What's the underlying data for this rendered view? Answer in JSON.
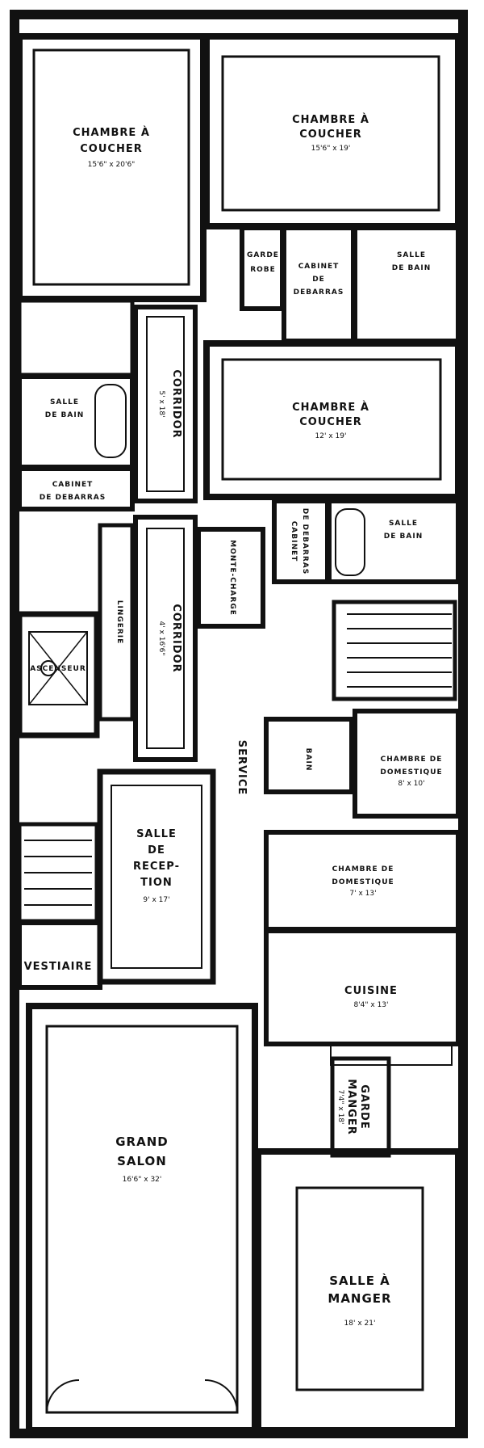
{
  "rooms": {
    "chambre1": {
      "name_1": "CHAMBRE À",
      "name_2": "COUCHER",
      "dims": "15'6\" x 20'6\""
    },
    "chambre2": {
      "name_1": "CHAMBRE À",
      "name_2": "COUCHER",
      "dims": "15'6\" x 19'"
    },
    "garde_robe": {
      "name_1": "GARDE",
      "name_2": "ROBE"
    },
    "cabinet1": {
      "name_1": "CABINET",
      "name_2": "DE",
      "name_3": "DEBARRAS"
    },
    "salle_bain1": {
      "name_1": "SALLE",
      "name_2": "DE BAIN"
    },
    "salle_bain2": {
      "name_1": "SALLE",
      "name_2": "DE BAIN"
    },
    "corridor1": {
      "name": "CORRIDOR",
      "dims": "5' x 18'"
    },
    "chambre3": {
      "name_1": "CHAMBRE À",
      "name_2": "COUCHER",
      "dims": "12' x 19'"
    },
    "cabinet2": {
      "name_1": "CABINET",
      "name_2": "DE DEBARRAS"
    },
    "cabinet3": {
      "name_1": "CABINET",
      "name_2": "DE DEBARRAS"
    },
    "salle_bain3": {
      "name_1": "SALLE",
      "name_2": "DE BAIN"
    },
    "lingerie": {
      "name": "LINGERIE"
    },
    "corridor2": {
      "name": "CORRIDOR",
      "dims": "4' x 16'6\""
    },
    "monte_charge": {
      "name": "MONTE-CHARGE"
    },
    "ascenseur": {
      "name": "ASCENSEUR"
    },
    "service": {
      "name": "SERVICE"
    },
    "bain": {
      "name": "BAIN"
    },
    "chambre_dom1": {
      "name_1": "CHAMBRE DE",
      "name_2": "DOMESTIQUE",
      "dims": "8' x 10'"
    },
    "chambre_dom2": {
      "name_1": "CHAMBRE DE",
      "name_2": "DOMESTIQUE",
      "dims": "7' x 13'"
    },
    "salle_reception": {
      "name_1": "SALLE",
      "name_2": "DE",
      "name_3": "RECEP-",
      "name_4": "TION",
      "dims": "9' x 17'"
    },
    "vestiaire": {
      "name": "VESTIAIRE"
    },
    "cuisine": {
      "name": "CUISINE",
      "dims": "8'4\" x 13'"
    },
    "garde_manger": {
      "name_1": "GARDE",
      "name_2": "MANGER",
      "dims": "7'4\" x 18'"
    },
    "grand_salon": {
      "name_1": "GRAND",
      "name_2": "SALON",
      "dims": "16'6\" x 32'"
    },
    "salle_manger": {
      "name_1": "SALLE À",
      "name_2": "MANGER",
      "dims": "18' x 21'"
    }
  }
}
